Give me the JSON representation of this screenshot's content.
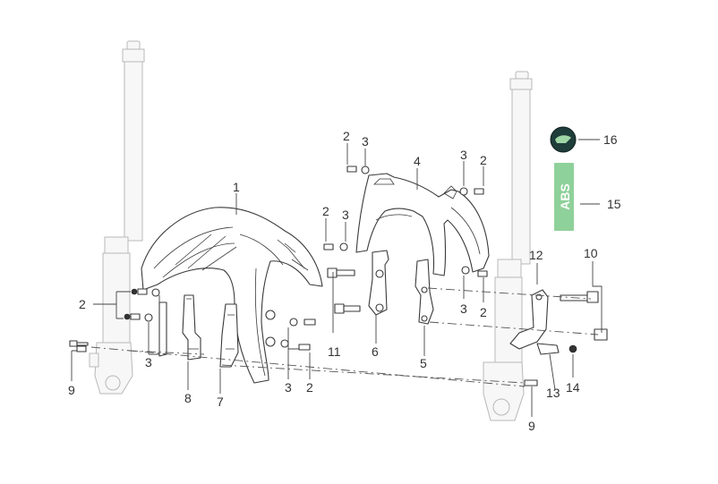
{
  "callouts": {
    "c1": "1",
    "c2_left": "2",
    "c3_left": "3",
    "c2_upper": "2",
    "c3_upper": "3",
    "c2_mid": "2",
    "c3_mid": "3",
    "c4": "4",
    "c3_right_top": "3",
    "c2_right_top": "2",
    "c3_right_bot": "3",
    "c2_right_bot": "2",
    "c5": "5",
    "c6": "6",
    "c7": "7",
    "c8": "8",
    "c9_left": "9",
    "c9_right": "9",
    "c10": "10",
    "c11": "11",
    "c12": "12",
    "c13": "13",
    "c14": "14",
    "c15": "15",
    "c16": "16",
    "c3_lower_mid": "3",
    "c2_lower_mid": "2"
  },
  "badges": {
    "abs_text": "ABS",
    "abs_color": "#8fd19a",
    "emblem_color": "#1f3d3a"
  },
  "icons": {
    "emblem": "brand-emblem-icon",
    "abs": "abs-sticker-icon"
  }
}
